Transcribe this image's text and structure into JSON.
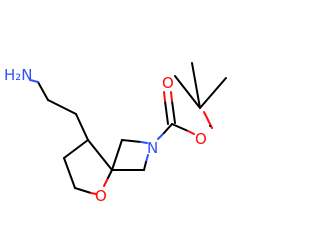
{
  "structure": {
    "atoms": {
      "amine_nitrogen": {
        "symbol": "H₂N",
        "color": "#3050f8"
      },
      "ring_nitrogen": {
        "symbol": "N",
        "color": "#3050f8"
      },
      "carbonyl_oxygen": {
        "symbol": "O",
        "color": "#ff0d0d"
      },
      "ester_oxygen": {
        "symbol": "O",
        "color": "#ff0d0d"
      },
      "ring_oxygen": {
        "symbol": "O",
        "color": "#ff0d0d"
      }
    },
    "bond_color": "#000000"
  }
}
